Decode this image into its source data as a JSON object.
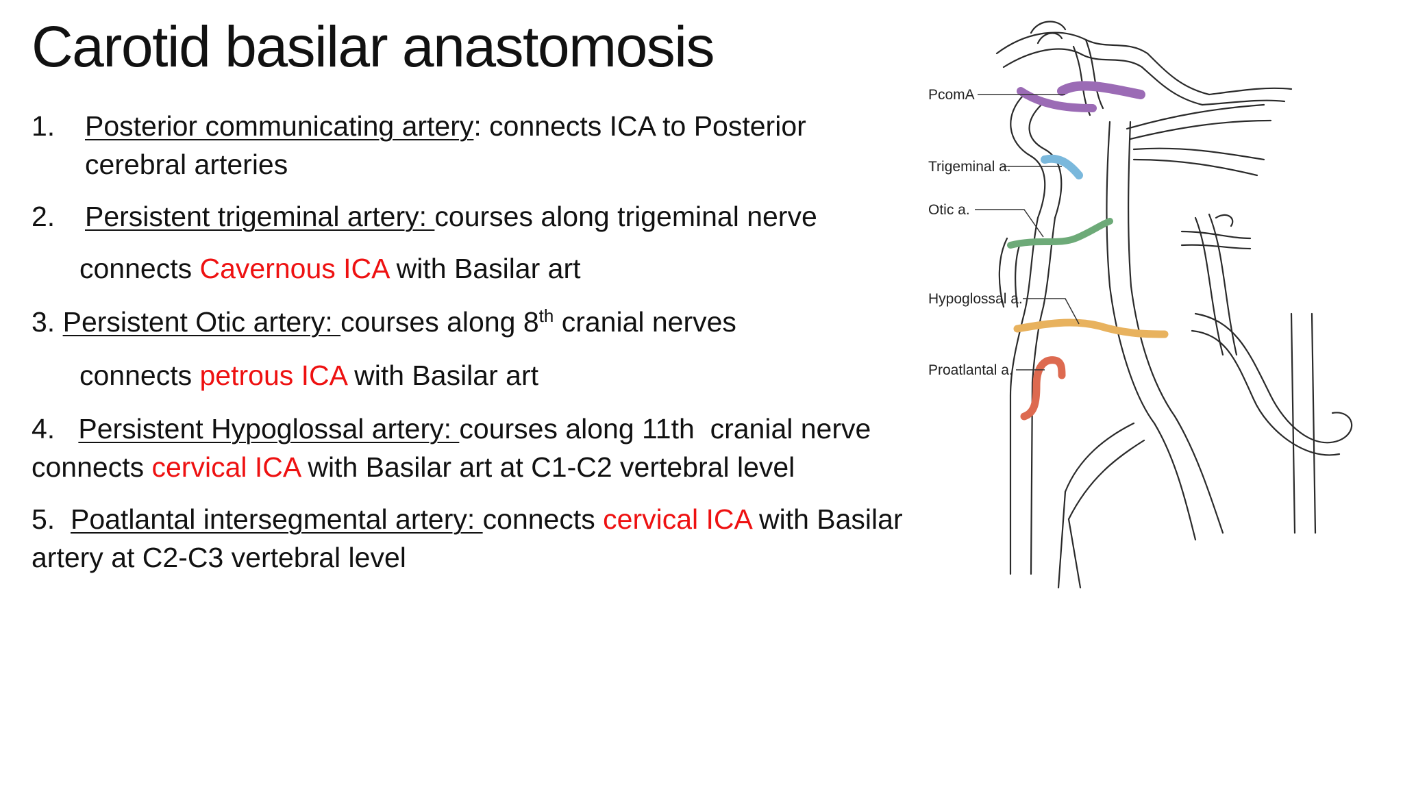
{
  "title": "Carotid basilar anastomosis",
  "items": [
    {
      "num": "1.",
      "term": "Posterior communicating artery",
      "after": ": connects ICA to Posterior cerebral arteries"
    },
    {
      "num": "2.",
      "term": "Persistent trigeminal artery: ",
      "after": "courses along trigeminal nerve",
      "sub_before": "connects ",
      "sub_red": "Cavernous ICA",
      "sub_after": " with Basilar art"
    },
    {
      "num": "3. ",
      "term": "Persistent Otic artery: ",
      "after_1": "courses along 8",
      "sup": "th",
      "after_2": " cranial nerves",
      "sub_before": "connects ",
      "sub_red": "petrous ICA",
      "sub_after": " with Basilar art"
    },
    {
      "num": "4.   ",
      "term": "Persistent Hypoglossal artery: ",
      "after": "courses along 11th  cranial nerve   connects ",
      "red": "cervical ICA",
      "after_red": " with Basilar art at C1-C2 vertebral level"
    },
    {
      "num": "5.  ",
      "term": "Poatlantal intersegmental artery: ",
      "after": "connects ",
      "red": "cervical ICA",
      "after_red": " with Basilar artery at C2-C3 vertebral level"
    }
  ],
  "figure": {
    "labels": {
      "pcoma": "PcomA",
      "trigeminal": "Trigeminal a.",
      "otic": "Otic a.",
      "hypoglossal": "Hypoglossal a.",
      "proatlantal": "Proatlantal a."
    },
    "colors": {
      "pcoma": "#9b6bb5",
      "trigeminal": "#7ab8dc",
      "otic": "#6daa78",
      "hypoglossal": "#e8b25e",
      "proatlantal": "#dd6a50"
    }
  }
}
